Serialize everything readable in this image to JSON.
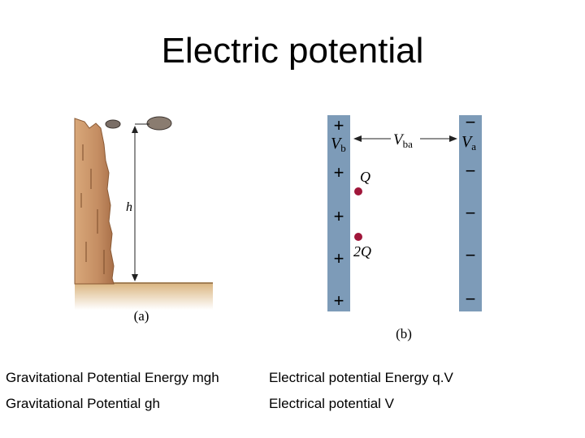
{
  "slide": {
    "title": "Electric potential"
  },
  "figure_a": {
    "height_label": "h",
    "caption": "(a)"
  },
  "figure_b": {
    "vb_label": "V",
    "vb_sub": "b",
    "va_label": "V",
    "va_sub": "a",
    "vba_label": "V",
    "vba_sub": "ba",
    "charge_q": "Q",
    "charge_2q": "2Q",
    "plus_sign": "+",
    "minus_sign": "−",
    "caption": "(b)"
  },
  "captions": {
    "grav_energy": "Gravitational Potential Energy mgh",
    "elec_energy": "Electrical potential Energy  q.V",
    "grav_potential": "Gravitational Potential gh",
    "elec_potential": "Electrical potential V"
  },
  "colors": {
    "plate": "#7d9bb8",
    "cliff": "#c8956a",
    "ground": "#d9b37c",
    "charge": "#a0163a"
  }
}
